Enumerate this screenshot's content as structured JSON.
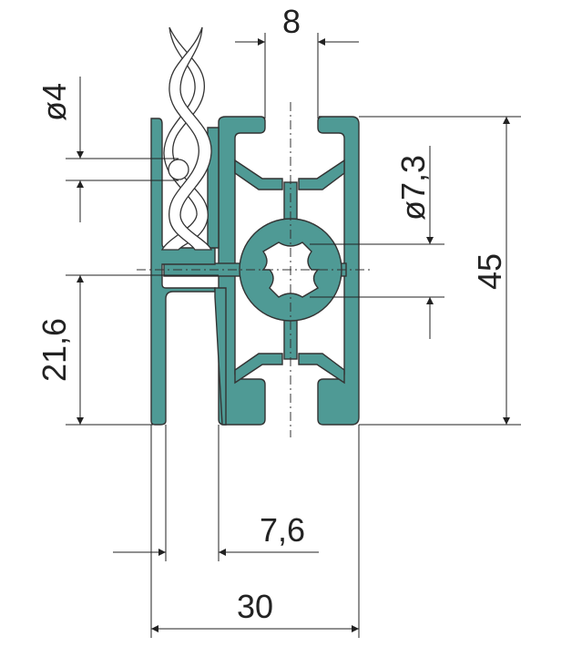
{
  "colors": {
    "profile_fill": "#4f9a95",
    "outline": "#333333",
    "dimension": "#222222",
    "background": "#ffffff"
  },
  "dimensions": {
    "slot_width": "8",
    "rope_diameter": "ø4",
    "bore_diameter": "ø7,3",
    "profile_height": "45",
    "lower_height": "21,6",
    "groove_width": "7,6",
    "profile_width": "30"
  }
}
